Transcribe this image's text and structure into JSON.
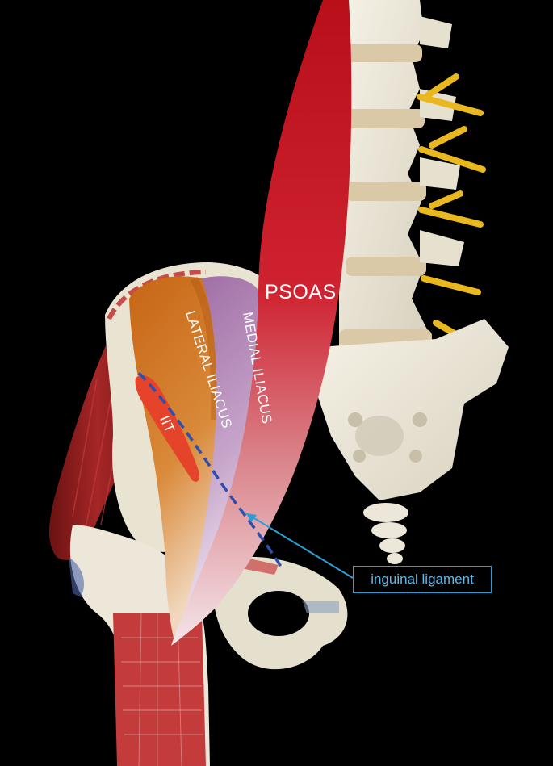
{
  "labels": {
    "psoas": "PSOAS",
    "lateral_iliacus": "LATERAL ILIACUS",
    "medial_iliacus": "MEDIAL ILIACUS",
    "iit": "IIT",
    "inguinal_ligament": "inguinal ligament"
  },
  "colors": {
    "background": "#000000",
    "psoas": "#c4131f",
    "lateral_iliacus": "#c86a14",
    "medial_iliacus": "#a271a6",
    "iit": "#e5442a",
    "bone": "#ece7d8",
    "nerve": "#e9b81f",
    "disc": "#d9c9a6",
    "gluteal_muscle": "#8a1a1a",
    "ligament_dash": "#2d4fae",
    "callout_line": "#2a9fd6"
  }
}
